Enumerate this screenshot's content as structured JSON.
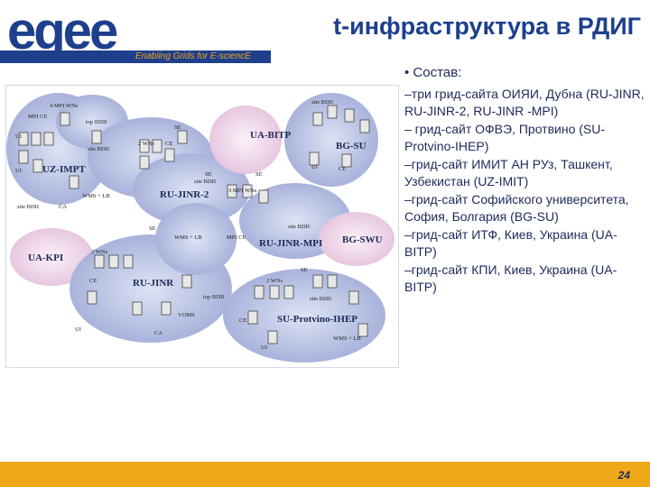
{
  "header": {
    "logo": "egee",
    "title": "t-инфраструктура в РДИГ",
    "tagline": "Enabling Grids for E-sciencE"
  },
  "diagram": {
    "clouds": [
      "UZ-IMPT",
      "UA-BITP",
      "BG-SU",
      "RU-JINR-2",
      "RU-JINR-MPI",
      "BG-SWU",
      "UA-KPI",
      "RU-JINR",
      "SU-Protvino-IHEP"
    ],
    "labels": [
      "4 MPI WNs",
      "MPI CE",
      "top BDII",
      "site BDII",
      "SE",
      "2 WNs",
      "SE",
      "CE",
      "site BDII",
      "UI",
      "WMS + LB",
      "site BDII",
      "CA",
      "3 MPI WNs",
      "SE",
      "MPI CE",
      "site BDII",
      "site BDII",
      "WMS + LB",
      "2 WNs",
      "SE",
      "CE",
      "top BDII",
      "UI",
      "CA",
      "VOMS",
      "SE",
      "2 WNs",
      "CE",
      "site BDII",
      "WMS + LB",
      "UI",
      "UI",
      "CE",
      "UI"
    ]
  },
  "content": {
    "heading": "• Состав:",
    "items": [
      "–три грид-сайта ОИЯИ, Дубна (RU-JINR, RU-JINR-2, RU-JINR -MPI)",
      "– грид-сайт ОФВЭ, Протвино (SU-Protvino-IHEP)",
      "–грид-сайт ИМИТ АН РУз, Ташкент, Узбекистан (UZ-IMIT)",
      "–грид-сайт Софийского университета, София, Болгария (BG-SU)",
      "–грид-сайт ИТФ, Киев, Украина (UA-BITP)",
      "–грид-сайт КПИ, Киев, Украина (UA-BITP)"
    ]
  },
  "footer": {
    "page_number": "24"
  },
  "colors": {
    "brand_blue": "#1d3f8c",
    "footer_orange": "#f0a818",
    "cloud_blue": "#b8c4e6",
    "cloud_pink": "#efd6ea"
  }
}
